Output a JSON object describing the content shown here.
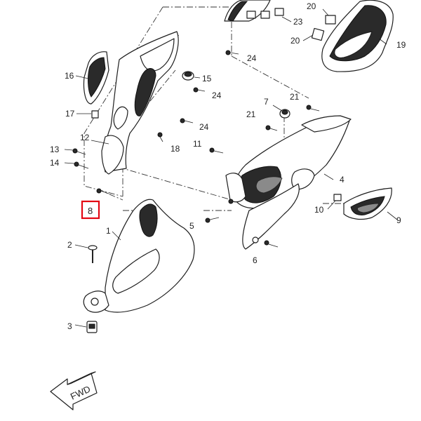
{
  "callouts": [
    {
      "id": "1",
      "text": "1"
    },
    {
      "id": "2",
      "text": "2"
    },
    {
      "id": "3",
      "text": "3"
    },
    {
      "id": "4",
      "text": "4"
    },
    {
      "id": "5",
      "text": "5"
    },
    {
      "id": "6",
      "text": "6"
    },
    {
      "id": "7",
      "text": "7"
    },
    {
      "id": "8",
      "text": "8"
    },
    {
      "id": "9",
      "text": "9"
    },
    {
      "id": "10",
      "text": "10"
    },
    {
      "id": "11",
      "text": "11"
    },
    {
      "id": "12",
      "text": "12"
    },
    {
      "id": "13",
      "text": "13"
    },
    {
      "id": "14",
      "text": "14"
    },
    {
      "id": "15",
      "text": "15"
    },
    {
      "id": "16",
      "text": "16"
    },
    {
      "id": "17",
      "text": "17"
    },
    {
      "id": "18",
      "text": "18"
    },
    {
      "id": "19",
      "text": "19"
    },
    {
      "id": "20a",
      "text": "20"
    },
    {
      "id": "20b",
      "text": "20"
    },
    {
      "id": "21a",
      "text": "21"
    },
    {
      "id": "21b",
      "text": "21"
    },
    {
      "id": "23",
      "text": "23"
    },
    {
      "id": "24a",
      "text": "24"
    },
    {
      "id": "24b",
      "text": "24"
    },
    {
      "id": "24c",
      "text": "24"
    }
  ],
  "highlighted_callout": "8",
  "direction_marker": "FWD",
  "colors": {
    "highlight": "#e30613",
    "line": "#1e1e1e",
    "fill_dark": "#2a2a2a"
  }
}
